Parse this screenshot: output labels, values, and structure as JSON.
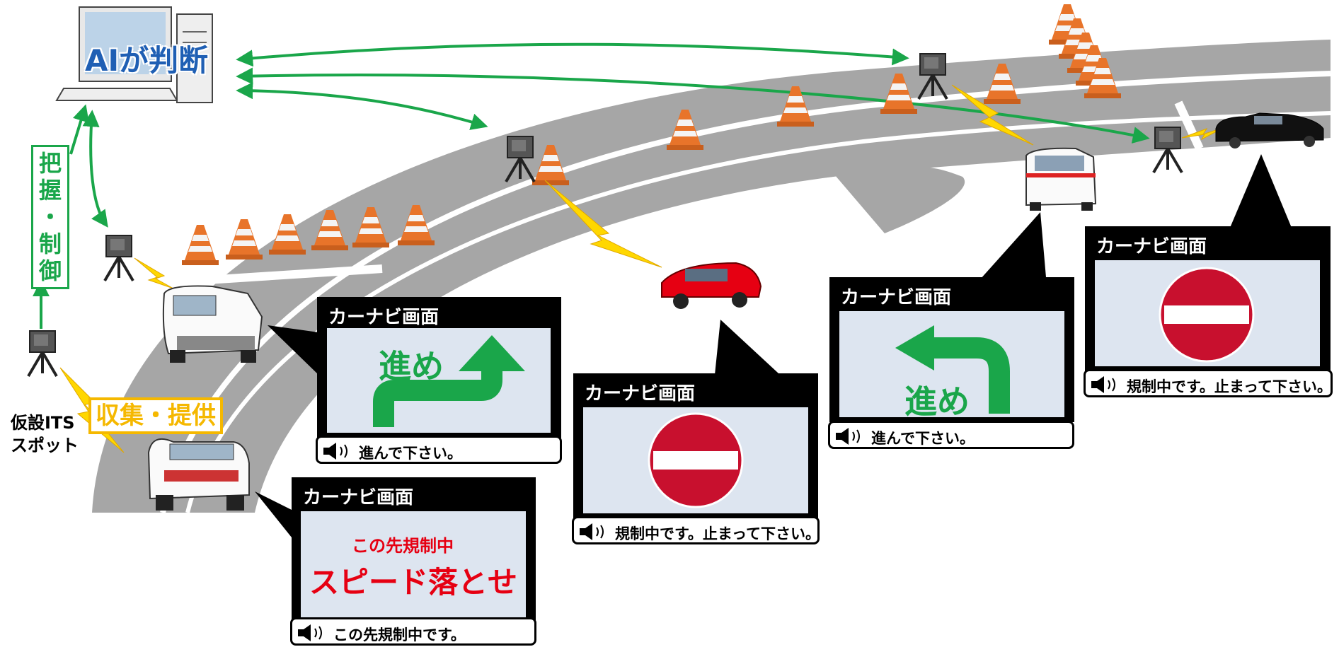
{
  "ai": {
    "label": "AIが判断"
  },
  "control": {
    "chars": [
      "把",
      "握",
      "・",
      "制",
      "御"
    ]
  },
  "spot": {
    "line1": "仮設ITS",
    "line2": "スポット"
  },
  "collect": {
    "label": "収集・提供"
  },
  "panels": [
    {
      "title": "カーナビ画面",
      "screen_text": "進め",
      "voice": "進んで下さい。",
      "icon": "right-turn-arrow-icon"
    },
    {
      "title": "カーナビ画面",
      "screen_line1": "この先規制中",
      "screen_line2": "スピード落とせ",
      "voice": "この先規制中です。"
    },
    {
      "title": "カーナビ画面",
      "voice": "規制中です。止まって下さい。",
      "icon": "no-entry-icon"
    },
    {
      "title": "カーナビ画面",
      "screen_text": "進め",
      "voice": "進んで下さい。",
      "icon": "left-turn-arrow-icon"
    },
    {
      "title": "カーナビ画面",
      "voice": "規制中です。止まって下さい。",
      "icon": "no-entry-icon"
    }
  ],
  "colors": {
    "road": "#a6a6a6",
    "lane_line": "#ffffff",
    "arrow_green": "#1aa64a",
    "ai_text": "#1f5fb4",
    "control_text": "#1aa64a",
    "collect_text": "#f5b800",
    "warning_red": "#e60012",
    "no_entry_red": "#c8102e",
    "cone_orange": "#e8742a",
    "lightning": "#ffd700",
    "screen_bg": "#dde5f0"
  }
}
